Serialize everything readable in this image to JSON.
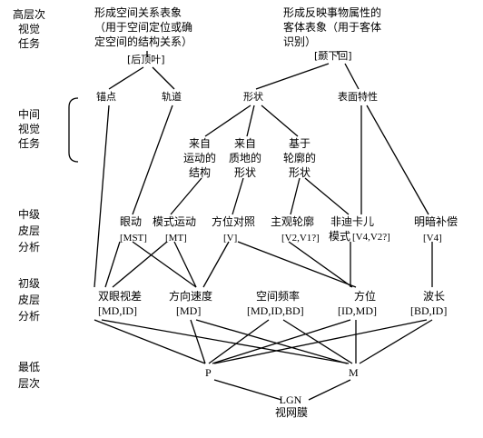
{
  "levels": {
    "high": [
      "高层次",
      "视觉",
      "任务"
    ],
    "middle": [
      "中间",
      "视觉",
      "任务"
    ],
    "mid_cortex": [
      "中级",
      "皮层",
      "分析"
    ],
    "early_cortex": [
      "初级",
      "皮层",
      "分析"
    ],
    "lowest": [
      "最低",
      "层次"
    ]
  },
  "top": {
    "left_goal": [
      "形成空间关系表象",
      "（用于空间定位或确",
      "定空间的结构关系）"
    ],
    "right_goal": [
      "形成反映事物属性的",
      "客体表象（用于客体",
      "识别）"
    ],
    "left_node": "[后顶叶]",
    "right_node": "[颞下回]"
  },
  "middle": {
    "anchor": "锚点",
    "track": "轨道",
    "shape": "形状",
    "surface": "表面特性"
  },
  "sources": [
    [
      "来自",
      "运动的",
      "结构"
    ],
    [
      "来自",
      "质地的",
      "形状"
    ],
    [
      "基于",
      "轮廓的",
      "形状"
    ]
  ],
  "mid_areas": [
    {
      "label": "眼动",
      "sub": "[MST]"
    },
    {
      "label": "模式运动",
      "sub": "[MT]"
    },
    {
      "label": "方位对照",
      "sub": "[V]"
    },
    {
      "label": "主观轮廓",
      "sub": "[V2,V1?]"
    },
    {
      "label": "非迪卡儿",
      "label2": "模式",
      "sub": "[V4,V2?]"
    },
    {
      "label": "明暗补偿",
      "sub": "[V4]"
    }
  ],
  "early": [
    {
      "label": "双眼视差",
      "sub": "[MD,ID]"
    },
    {
      "label": "方向速度",
      "sub": "[MD]"
    },
    {
      "label": "空间频率",
      "sub": "[MD,ID,BD]"
    },
    {
      "label": "方位",
      "sub": "[ID,MD]"
    },
    {
      "label": "波长",
      "sub": "[BD,ID]"
    }
  ],
  "low": {
    "p": "P",
    "m": "M",
    "lgn": "LGN",
    "retina": "视网膜"
  }
}
